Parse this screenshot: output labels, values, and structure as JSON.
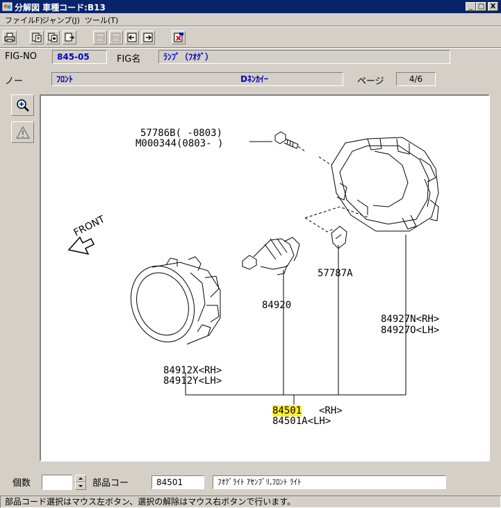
{
  "window": {
    "title": "分解図 車種コード:B13",
    "minimize": "_",
    "maximize": "□",
    "close": "X"
  },
  "menu": [
    "ファイルF)",
    "ジャンプ(J)",
    "ツール(T)"
  ],
  "toolbar": {
    "icons": [
      "print-icon",
      "list-icon",
      "copy-icon",
      "prev-disabled-icon",
      "next-disabled-icon",
      "back-icon",
      "forward-icon",
      "exit-icon"
    ]
  },
  "fig": {
    "no_label": "FIG-NO",
    "no_value": "845-05",
    "name_label": "FIG名",
    "name_value": "ﾗﾝﾌﾟ（ﾌｵｸﾞ）"
  },
  "row2": {
    "label": "ノー",
    "field1": "ﾌﾛﾝﾄ",
    "field2": "Dﾈﾝｶｲｰ",
    "page_label": "ページ",
    "page_value": "4/6"
  },
  "side_buttons": [
    "zoom-in-icon",
    "warning-icon"
  ],
  "diagram": {
    "front_label": "FRONT",
    "parts": {
      "p57786b": "57786B( -0803)",
      "m000344": "M000344(0803- )",
      "p57787a": "57787A",
      "p84920": "84920",
      "p84927n": "84927N<RH>",
      "p84927o": "84927O<LH>",
      "p84912x": "84912X<RH>",
      "p84912y": "84912Y<LH>",
      "p84501": "84501",
      "p84501_rh": "<RH>",
      "p84501a": "84501A<LH>"
    }
  },
  "bottom": {
    "qty_label": "個数",
    "qty_value": "",
    "part_code_label": "部品コー",
    "part_code_value": "84501",
    "part_name_value": "ﾌｵｸﾞﾗｲﾄ ｱｾﾝﾌﾞﾘ,ﾌﾛﾝﾄ ﾗｲﾄ"
  },
  "status": "部品コード選択はマウス左ボタン、選択の解除はマウス右ボタンで行います。"
}
